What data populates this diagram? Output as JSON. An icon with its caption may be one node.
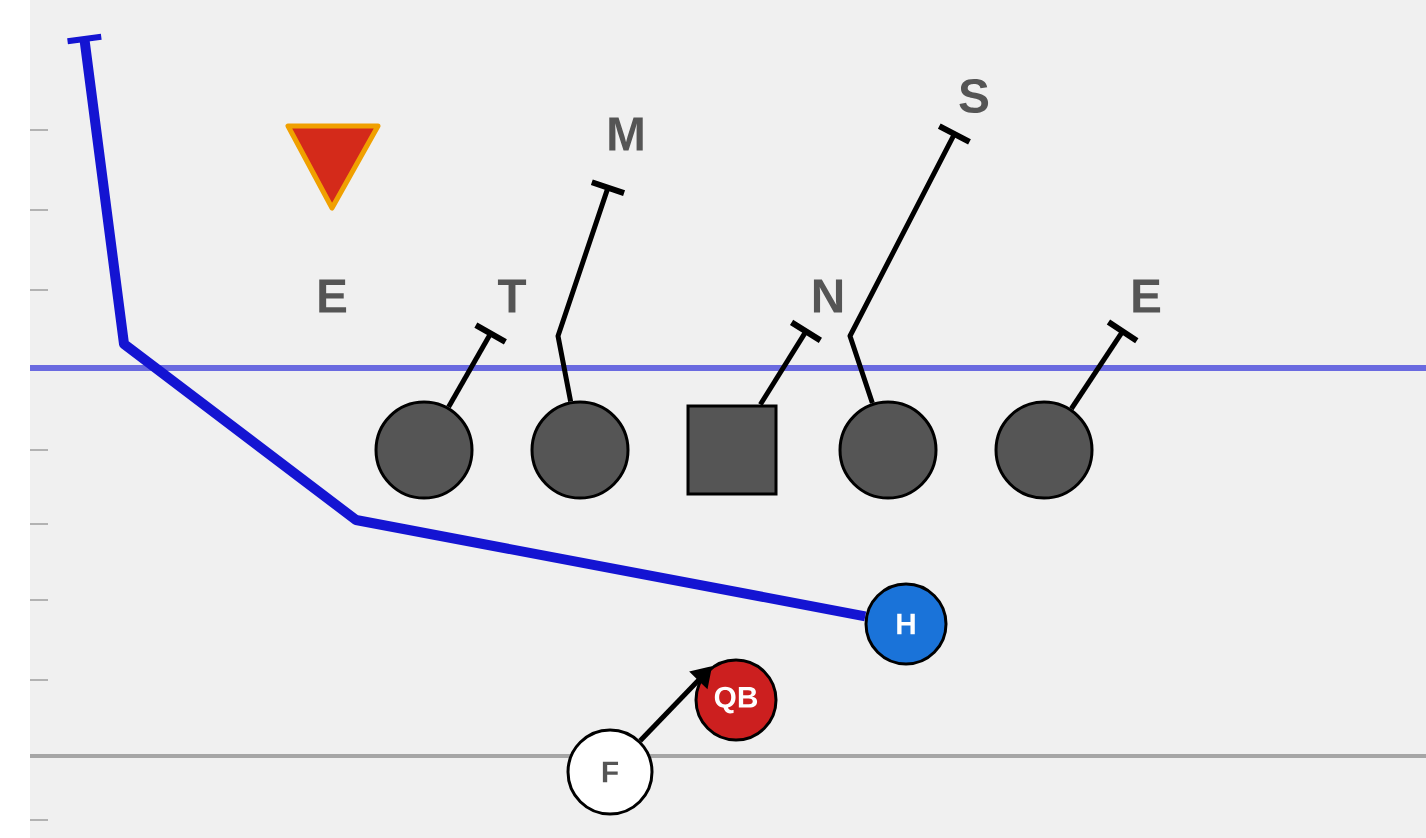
{
  "diagram": {
    "nodes": [
      {
        "text": [],
        "shape": "circle"
      },
      {
        "text": [],
        "shape": "circle"
      },
      {
        "text": [],
        "shape": "box"
      },
      {
        "text": [],
        "shape": "circle"
      },
      {
        "text": [],
        "shape": "circle"
      },
      {
        "text": [
          "H"
        ]
      },
      {
        "text": [
          "QB"
        ]
      },
      {
        "text": [
          "F"
        ]
      },
      {
        "text": [
          "T"
        ]
      },
      {
        "text": [
          "M"
        ]
      },
      {
        "text": [
          "N"
        ]
      },
      {
        "text": [
          "S"
        ]
      },
      {
        "text": [
          "E"
        ]
      }
    ],
    "edges": [
      {
        "from": 0,
        "to": 8,
        "arrow": "other"
      },
      {
        "from": 1,
        "to": 9,
        "arrow": "other"
      },
      {
        "from": 2,
        "to": 10,
        "arrow": "other"
      },
      {
        "from": 3,
        "to": 11,
        "arrow": "other"
      },
      {
        "from": 4,
        "to": 12,
        "arrow": "other"
      },
      {
        "from": 5,
        "to": null,
        "arrow": "other",
        "style": "thick",
        "color": "#1414d2"
      },
      {
        "from": 7,
        "to": 6,
        "arrow": "to"
      }
    ],
    "labels": [
      "E"
    ]
  }
}
